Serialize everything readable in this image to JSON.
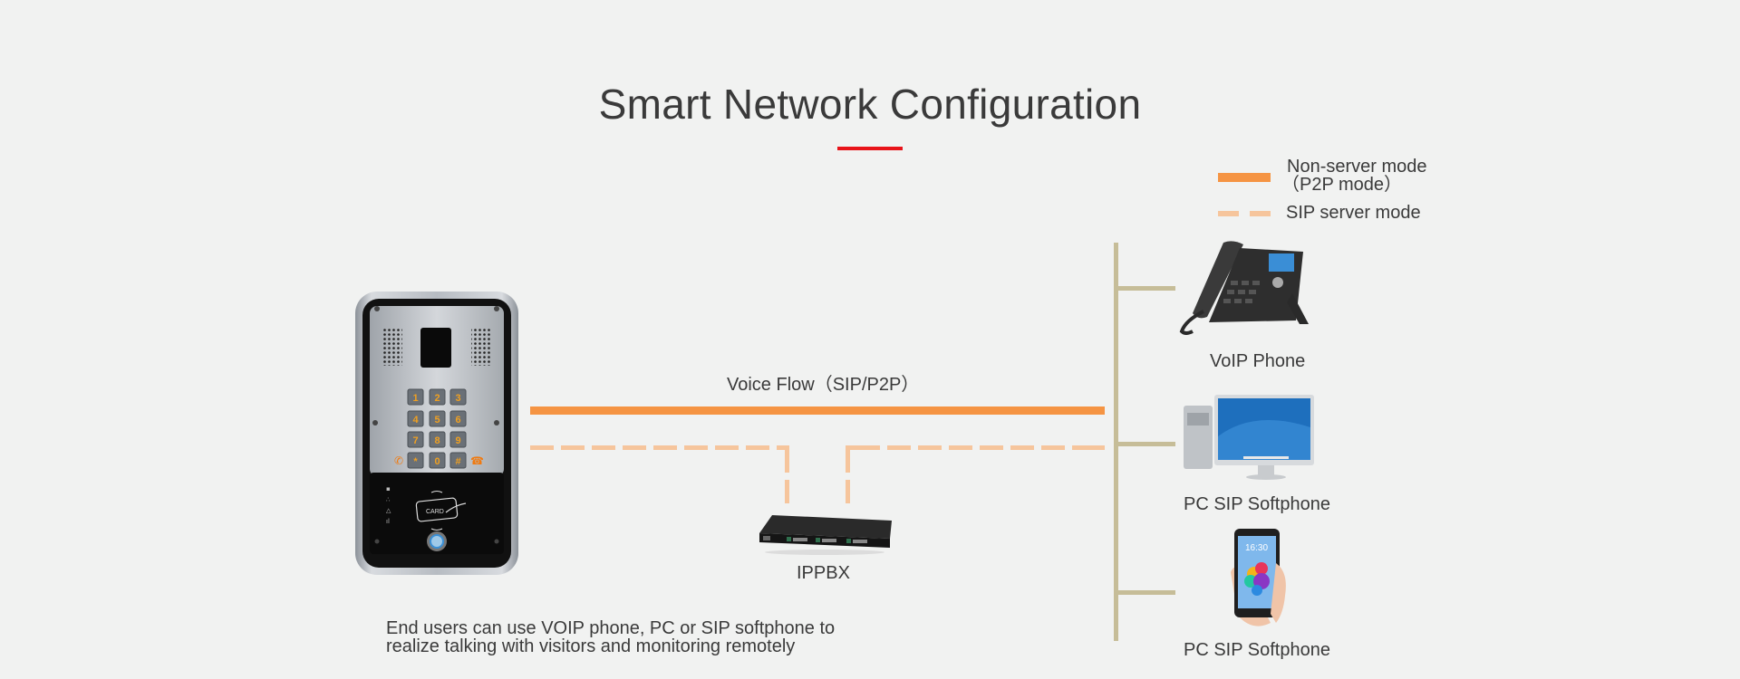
{
  "title": "Smart Network Configuration",
  "colors": {
    "accent_underline": "#e8141a",
    "p2p_line": "#f59443",
    "sip_line": "#f6c59c",
    "bus_line": "#c6bd98",
    "background": "#f1f2f1"
  },
  "legend": {
    "items": [
      {
        "style": "solid",
        "label_line1": "Non-server mode",
        "label_line2": "（P2P mode）"
      },
      {
        "style": "dashed",
        "label_line1": "SIP server mode"
      }
    ]
  },
  "flow": {
    "label": "Voice Flow（SIP/P2P）"
  },
  "nodes": {
    "door_phone": {
      "icon": "door-intercom-icon",
      "keys": [
        "1",
        "2",
        "3",
        "4",
        "5",
        "6",
        "7",
        "8",
        "9",
        "*",
        "0",
        "#"
      ],
      "card_label": "CARD"
    },
    "ippbx": {
      "label": "IPPBX",
      "icon": "ippbx-server-icon"
    },
    "endpoints": [
      {
        "label": "VoIP Phone",
        "icon": "desk-phone-icon"
      },
      {
        "label": "PC SIP Softphone",
        "icon": "desktop-computer-icon"
      },
      {
        "label": "PC SIP Softphone",
        "icon": "smartphone-icon"
      }
    ]
  },
  "description": {
    "line1": "End users can use VOIP phone, PC or SIP softphone to",
    "line2": "realize talking with visitors and monitoring remotely"
  }
}
